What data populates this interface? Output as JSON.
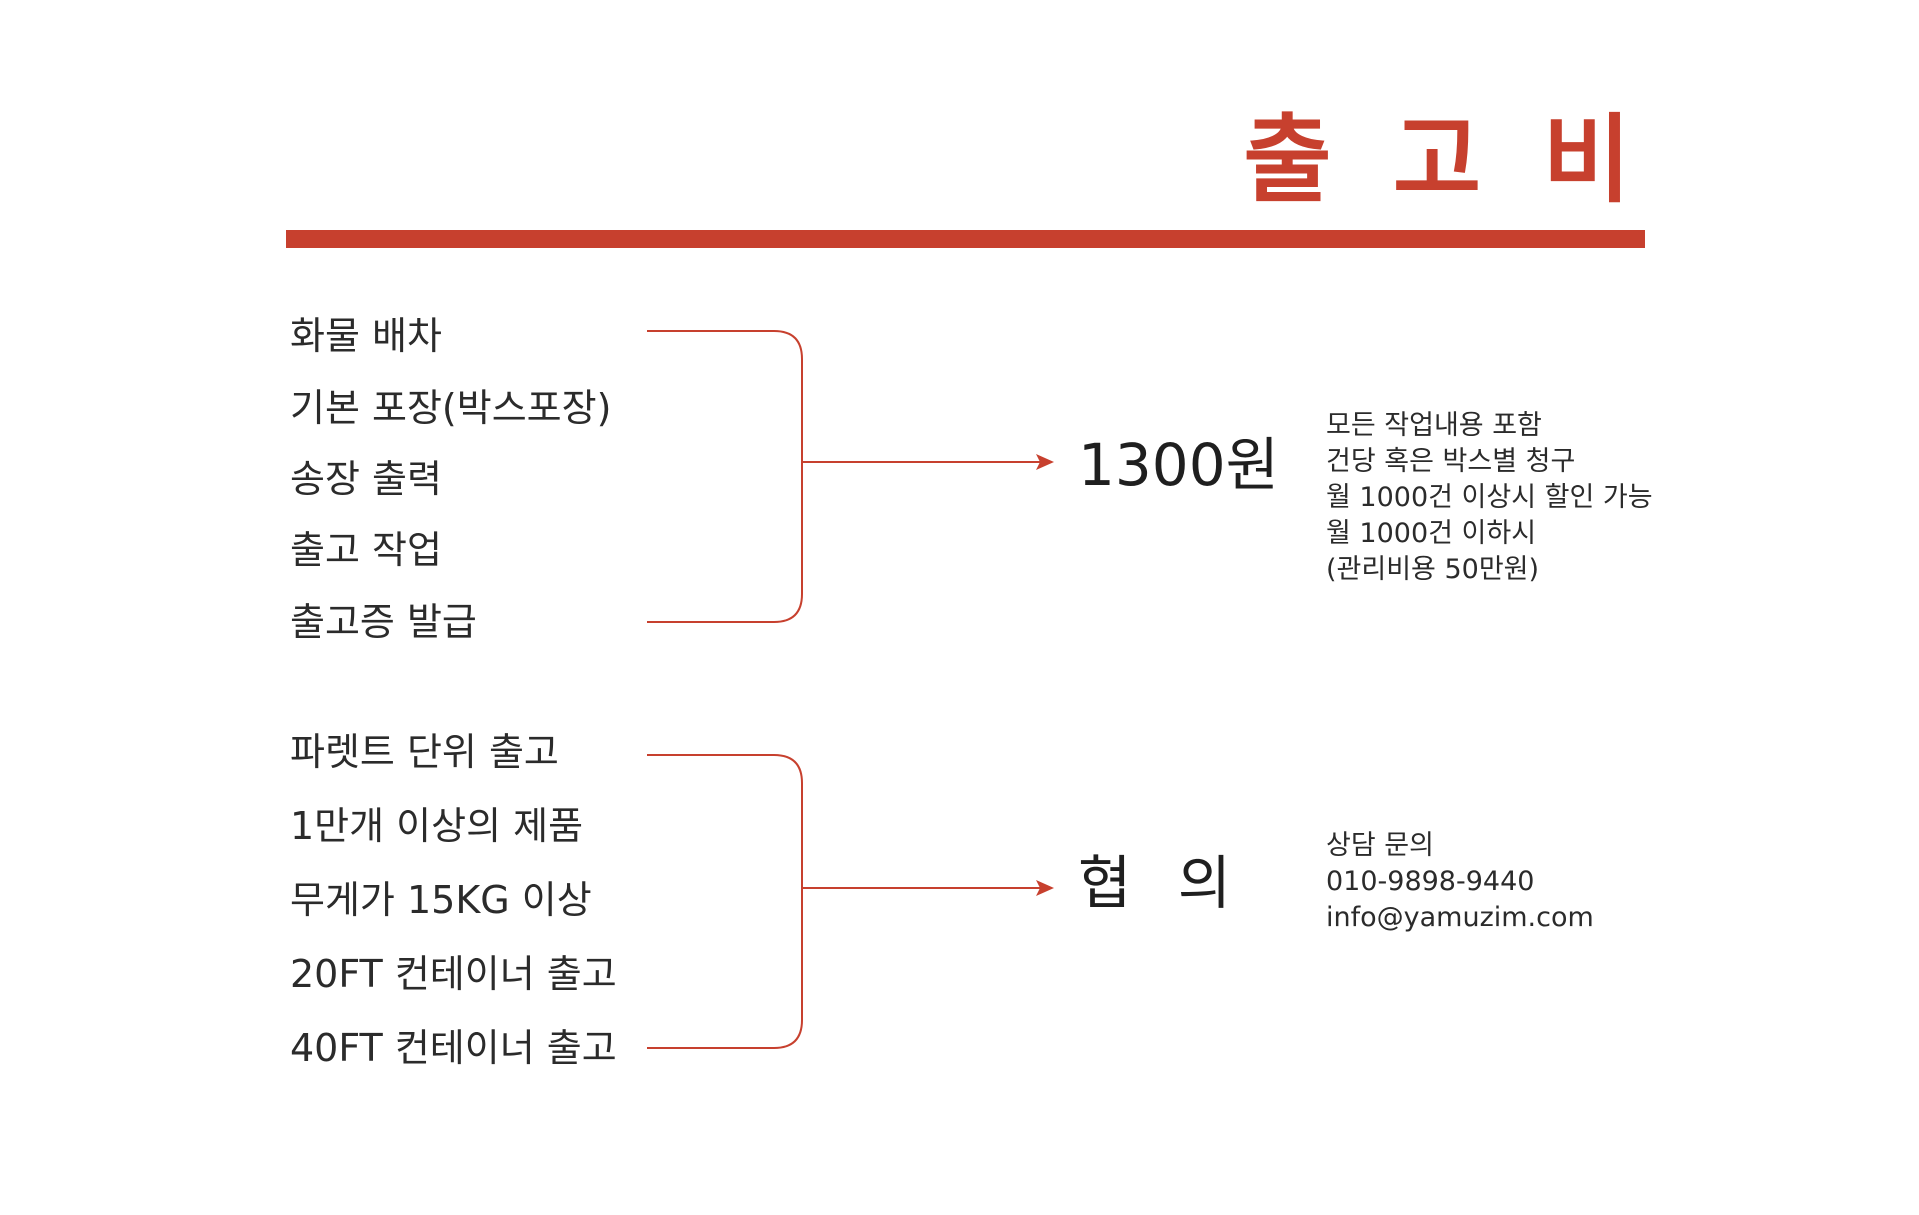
{
  "title": "출 고 비",
  "accent_color": "#c7402e",
  "groups": [
    {
      "items": [
        "화물 배차",
        "기본 포장(박스포장)",
        "송장 출력",
        "출고 작업",
        "출고증 발급"
      ],
      "result": "1300원",
      "notes": [
        "모든 작업내용 포함",
        "건당 혹은 박스별 청구",
        "월 1000건 이상시 할인 가능",
        "월 1000건 이하시",
        "(관리비용 50만원)"
      ]
    },
    {
      "items": [
        "파렛트 단위 출고",
        "1만개 이상의 제품",
        "무게가 15KG 이상",
        "20FT 컨테이너 출고",
        "40FT 컨테이너 출고"
      ],
      "result": "협 의",
      "notes": [
        "상담 문의",
        "010-9898-9440",
        "info@yamuzim.com"
      ]
    }
  ]
}
